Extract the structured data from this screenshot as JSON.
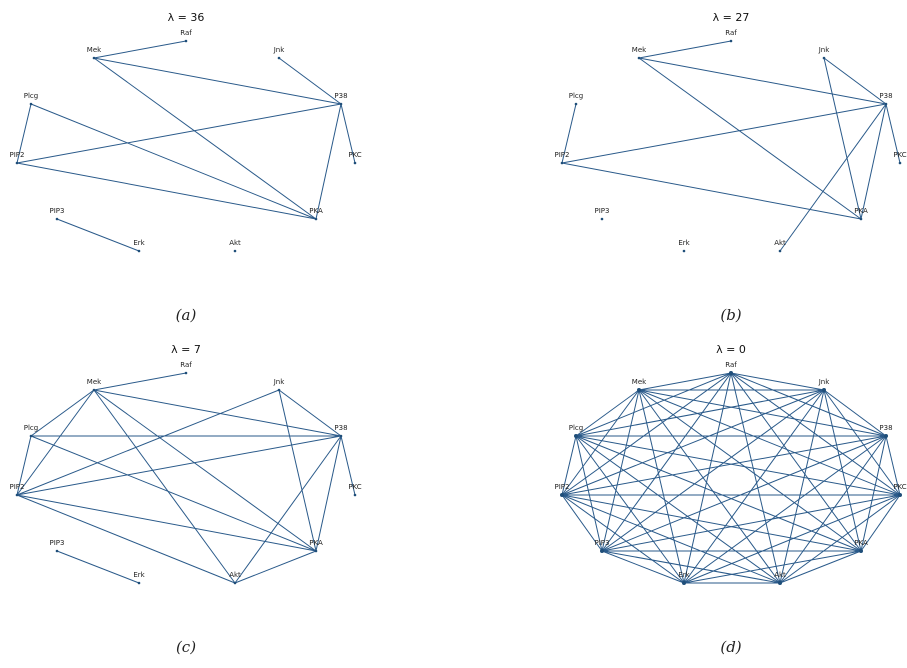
{
  "colors": {
    "edge": "#2a5a8a",
    "node": "#1f4e79",
    "text": "#222222"
  },
  "nodes": [
    "Raf",
    "Mek",
    "Jnk",
    "Plcg",
    "P38",
    "PIP2",
    "PKC",
    "PIP3",
    "PKA",
    "Erk",
    "Akt"
  ],
  "panels": [
    {
      "title": "λ = 36",
      "caption": "(a)",
      "complete": false,
      "edges": [
        [
          "Mek",
          "Raf"
        ],
        [
          "Mek",
          "P38"
        ],
        [
          "Mek",
          "PKA"
        ],
        [
          "Jnk",
          "P38"
        ],
        [
          "Plcg",
          "PIP2"
        ],
        [
          "Plcg",
          "PKA"
        ],
        [
          "PIP2",
          "P38"
        ],
        [
          "PIP2",
          "PKA"
        ],
        [
          "P38",
          "PKA"
        ],
        [
          "P38",
          "PKC"
        ],
        [
          "PIP3",
          "Erk"
        ]
      ]
    },
    {
      "title": "λ = 27",
      "caption": "(b)",
      "complete": false,
      "edges": [
        [
          "Mek",
          "Raf"
        ],
        [
          "Mek",
          "P38"
        ],
        [
          "Mek",
          "PKA"
        ],
        [
          "Jnk",
          "P38"
        ],
        [
          "Jnk",
          "PKA"
        ],
        [
          "Plcg",
          "PIP2"
        ],
        [
          "PIP2",
          "P38"
        ],
        [
          "PIP2",
          "PKA"
        ],
        [
          "P38",
          "PKA"
        ],
        [
          "P38",
          "PKC"
        ],
        [
          "P38",
          "Akt"
        ]
      ]
    },
    {
      "title": "λ = 7",
      "caption": "(c)",
      "complete": false,
      "edges": [
        [
          "Mek",
          "Raf"
        ],
        [
          "Mek",
          "P38"
        ],
        [
          "Mek",
          "Plcg"
        ],
        [
          "Mek",
          "PIP2"
        ],
        [
          "Mek",
          "Akt"
        ],
        [
          "Mek",
          "PKA"
        ],
        [
          "Jnk",
          "P38"
        ],
        [
          "Jnk",
          "PKA"
        ],
        [
          "Jnk",
          "PIP2"
        ],
        [
          "Plcg",
          "P38"
        ],
        [
          "Plcg",
          "PIP2"
        ],
        [
          "Plcg",
          "PKA"
        ],
        [
          "PIP2",
          "P38"
        ],
        [
          "PIP2",
          "PKA"
        ],
        [
          "PIP2",
          "Akt"
        ],
        [
          "P38",
          "PKC"
        ],
        [
          "P38",
          "PKA"
        ],
        [
          "P38",
          "Akt"
        ],
        [
          "PKA",
          "Akt"
        ],
        [
          "PIP3",
          "Erk"
        ]
      ]
    },
    {
      "title": "λ = 0",
      "caption": "(d)",
      "complete": true,
      "edges": []
    }
  ]
}
